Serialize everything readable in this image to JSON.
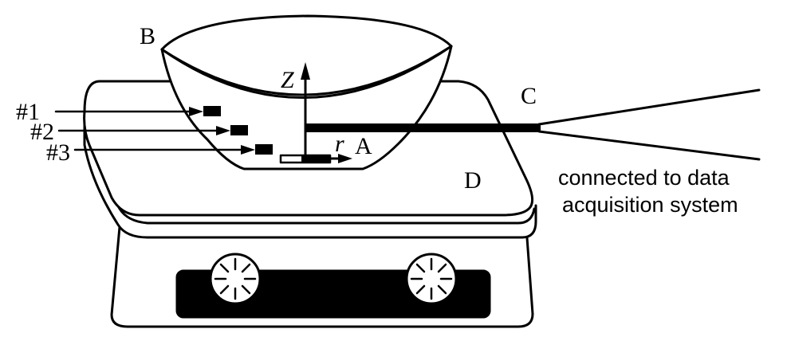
{
  "labels": {
    "B": "B",
    "C": "C",
    "D": "D",
    "A": "A",
    "Z": "Z",
    "r": "r",
    "s1": "#1",
    "s2": "#2",
    "s3": "#3"
  },
  "note": {
    "line1": "connected to data",
    "line2": "acquisition system"
  },
  "colors": {
    "ink": "#000000",
    "paper": "#ffffff"
  }
}
